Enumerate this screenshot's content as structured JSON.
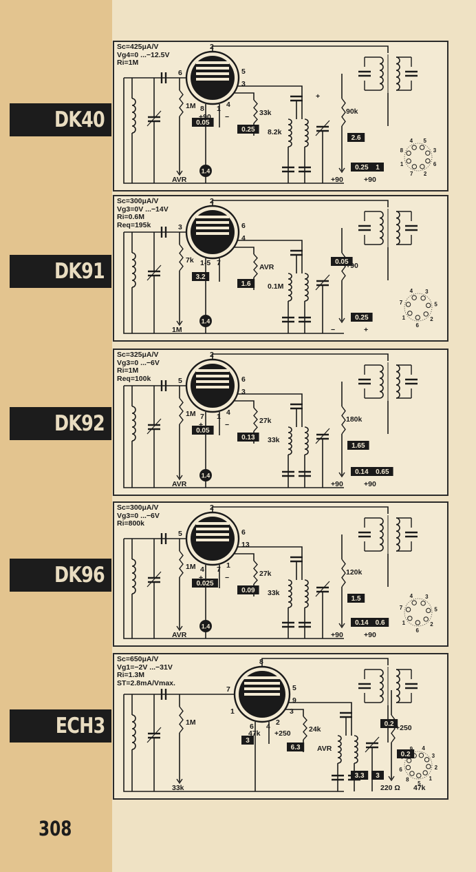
{
  "page_number": "308",
  "colors": {
    "ink": "#1a1a1a",
    "paper": "#f3ead3",
    "strip": "#e3c48f"
  },
  "tubes": [
    {
      "name": "DK40",
      "specs": [
        "Sc=425μA/V",
        "Vg4=0 ...−12.5V",
        "Ri=1M"
      ],
      "pins": [
        "2",
        "5",
        "6",
        "3",
        "8",
        "1",
        "4"
      ],
      "labels": [
        "1M",
        "AVR",
        "33k",
        "8.2k",
        "90k",
        "+90",
        "+90",
        "+90",
        "−",
        "+"
      ],
      "boxes": [
        "0.05",
        "0.25",
        "1.4",
        "2.6",
        "0.25",
        "1"
      ],
      "socket": [
        "4",
        "5",
        "3",
        "6",
        "2",
        "7",
        "1",
        "8"
      ]
    },
    {
      "name": "DK91",
      "specs": [
        "Sc=300μA/V",
        "Vg3=0V ...−14V",
        "Ri=0.6M",
        "Req=195k"
      ],
      "pins": [
        "2",
        "6",
        "3",
        "4",
        "1-5",
        "7"
      ],
      "labels": [
        "7k",
        "1M",
        "AVR",
        "0.1M",
        "+90",
        "−",
        "+"
      ],
      "boxes": [
        "3.2",
        "1.6",
        "0.05",
        "1.4",
        "0.25"
      ],
      "socket": [
        "4",
        "3",
        "5",
        "2",
        "6",
        "1",
        "7"
      ]
    },
    {
      "name": "DK92",
      "specs": [
        "Sc=325μA/V",
        "Vg3=0 ...−6V",
        "Ri=1M",
        "Req=100k"
      ],
      "pins": [
        "2",
        "6",
        "5",
        "3",
        "7",
        "1",
        "4"
      ],
      "labels": [
        "1M",
        "AVR",
        "27k",
        "33k",
        "180k",
        "+90",
        "+90",
        "+",
        "−"
      ],
      "boxes": [
        "0.05",
        "0.13",
        "1.4",
        "1.65",
        "0.14",
        "0.65"
      ],
      "socket": []
    },
    {
      "name": "DK96",
      "specs": [
        "Sc=300μA/V",
        "Vg3=0 ...−6V",
        "Ri=800k"
      ],
      "pins": [
        "2",
        "6",
        "5",
        "13",
        "4",
        "7",
        "1"
      ],
      "labels": [
        "1M",
        "AVR",
        "27k",
        "33k",
        "120k",
        "+90",
        "+90",
        "+",
        "−"
      ],
      "boxes": [
        "0.025",
        "0.09",
        "1.4",
        "1.5",
        "0.14",
        "0.6"
      ],
      "socket": [
        "4",
        "3",
        "5",
        "2",
        "6",
        "1",
        "7"
      ]
    },
    {
      "name": "ECH3",
      "specs": [
        "Sc=650μA/V",
        "Vg1=−2V ...−31V",
        "Ri=1.3M",
        "ST=2.8mA/Vmax."
      ],
      "pins": [
        "8",
        "5",
        "7",
        "9",
        "6",
        "4",
        "2",
        "1",
        "3"
      ],
      "labels": [
        "1M",
        "33k",
        "24k",
        "AVR",
        "+250",
        "220 Ω",
        "47k",
        "47k",
        "+250"
      ],
      "boxes": [
        "3",
        "6.3",
        "0.2",
        "0.2",
        "3.3",
        "3"
      ],
      "socket": [
        "9",
        "4",
        "3",
        "2",
        "1",
        "5",
        "8",
        "6",
        "7"
      ]
    }
  ]
}
